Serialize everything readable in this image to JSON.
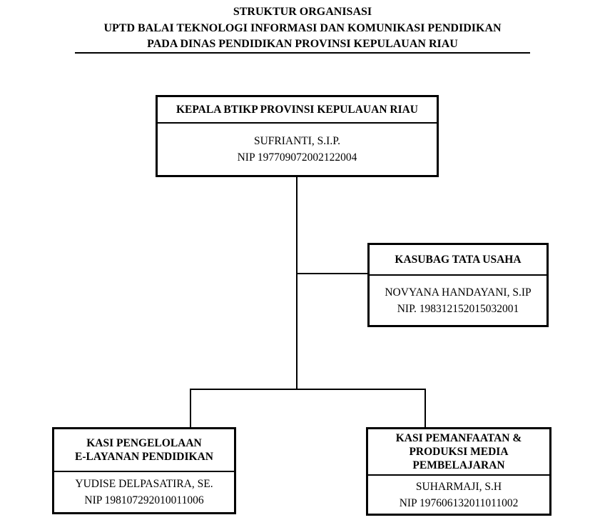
{
  "colors": {
    "ink": "#000000",
    "paper": "#ffffff"
  },
  "header": {
    "line1": "STRUKTUR ORGANISASI",
    "line2": "UPTD BALAI TEKNOLOGI INFORMASI DAN KOMUNIKASI PENDIDIKAN",
    "line3": "PADA DINAS PENDIDIKAN PROVINSI KEPULAUAN RIAU"
  },
  "nodes": {
    "kepala": {
      "title": "KEPALA BTIKP PROVINSI KEPULAUAN RIAU",
      "person": "SUFRIANTI, S.I.P.",
      "nip": "NIP 197709072002122004"
    },
    "kasubag": {
      "title": "KASUBAG TATA USAHA",
      "person": "NOVYANA HANDAYANI, S.IP",
      "nip": "NIP. 198312152015032001"
    },
    "kasi_elayanan": {
      "title_line1": "KASI PENGELOLAAN",
      "title_line2": "E-LAYANAN PENDIDIKAN",
      "person": "YUDISE DELPASATIRA, SE.",
      "nip": "NIP 198107292010011006"
    },
    "kasi_media": {
      "title_line1": "KASI PEMANFAATAN &",
      "title_line2": "PRODUKSI MEDIA",
      "title_line3": "PEMBELAJARAN",
      "person": "SUHARMAJI, S.H",
      "nip": "NIP 197606132011011002"
    }
  }
}
